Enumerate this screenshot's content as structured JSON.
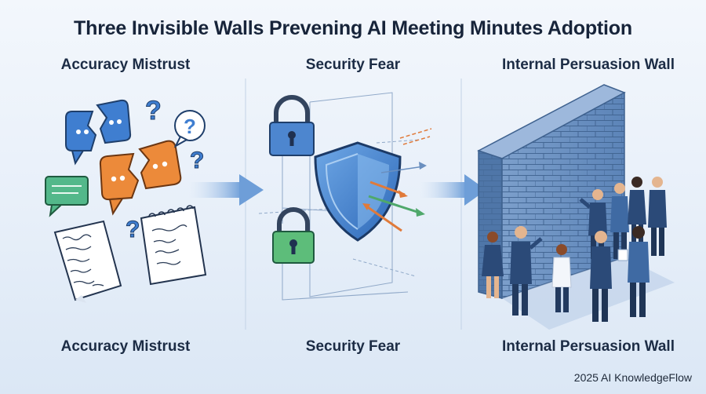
{
  "title": "Three Invisible Walls Prevening AI Meeting Minutes Adoption",
  "columns": [
    {
      "heading": "Accuracy Mistrust",
      "footer": "Accuracy Mistrust"
    },
    {
      "heading": "Security Fear",
      "footer": "Security Fear"
    },
    {
      "heading": "Internal Persuasion Wall",
      "footer": "Internal Persuasion Wall"
    }
  ],
  "credit": "2025 AI KnowledgeFlow",
  "colors": {
    "blue_bubble": "#3f7ed0",
    "orange_bubble": "#ec8a3a",
    "green_bubble": "#53b88a",
    "shield": "#3f7ed0",
    "lock_blue": "#4d86cf",
    "lock_green": "#5dbd7a",
    "wall": "#6f94c2",
    "arrow": "#7fa9db"
  }
}
